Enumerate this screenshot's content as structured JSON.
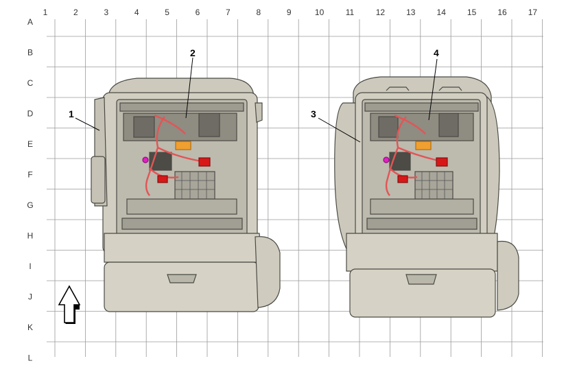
{
  "grid": {
    "columns": [
      "1",
      "2",
      "3",
      "4",
      "5",
      "6",
      "7",
      "8",
      "9",
      "10",
      "11",
      "12",
      "13",
      "14",
      "15",
      "16",
      "17"
    ],
    "rows": [
      "A",
      "B",
      "C",
      "D",
      "E",
      "F",
      "G",
      "H",
      "I",
      "J",
      "K",
      "L"
    ]
  },
  "callouts": [
    "1",
    "2",
    "3",
    "4"
  ],
  "colors": {
    "grid_line": "#9a9a9a",
    "seat_fill": "#d2cfc2",
    "seat_stroke": "#4a4a44",
    "wiring": "#e25555",
    "connector_orange": "#f0a030",
    "connector_magenta": "#e020c0",
    "connector_red": "#d81818"
  },
  "icons": [
    "forward-arrow-icon"
  ]
}
